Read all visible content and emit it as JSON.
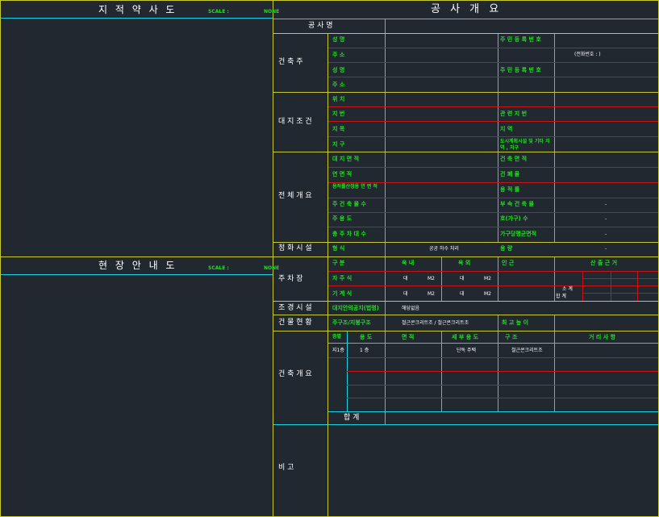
{
  "header": {
    "left_title": "지 적 약 사 도",
    "scale_label": "SCALE :",
    "scale_value": "NONE",
    "right_title": "공 사 개 요"
  },
  "site_map": {
    "title": "현 장 안 내 도",
    "scale_label": "SCALE :",
    "scale_value": "NONE"
  },
  "project_name_label": "공  사  명",
  "owner": {
    "section": "건  축  주",
    "rows": [
      {
        "left": "성              명",
        "right": "주 민 등 록 번 호"
      },
      {
        "left": "주              소",
        "right": "(전화번호 :                          )"
      },
      {
        "left": "성              명",
        "right": "주 민 등 록 번 호"
      },
      {
        "left": "주              소",
        "right": ""
      }
    ]
  },
  "site_conditions": {
    "section": "대 지 조 건",
    "rows": [
      {
        "left": "위              치",
        "right": ""
      },
      {
        "left": "지              번",
        "right": "관  련  지  번"
      },
      {
        "left": "지              목",
        "right": "지              역"
      },
      {
        "left": "지              구",
        "right": "도시계획시설 및 기타  지역 , 지구"
      }
    ]
  },
  "overview": {
    "section": "전 체 개 요",
    "rows": [
      {
        "left": "대  지  면  적",
        "right": "건  축  면  적",
        "value": ""
      },
      {
        "left": "연  면  적",
        "right": "건  폐  율",
        "value": ""
      },
      {
        "left": "용적률산정용 연 면 적",
        "right": "용  적  률",
        "value": ""
      },
      {
        "left": "주 건 축 물 수",
        "right": "부 속 건 축 물",
        "value": "-"
      },
      {
        "left": "주    용    도",
        "right": "호(가구)  수",
        "value": "-"
      },
      {
        "left": "총 주 차 대 수",
        "right": "가구당평균면적",
        "value": "-"
      }
    ]
  },
  "purification": {
    "section": "정 화 시 설",
    "left": "형          식",
    "mid": "공공 하수 처리",
    "right": "용          량",
    "value": "-"
  },
  "parking": {
    "section": "주  차  장",
    "header": [
      "구        분",
      "옥        내",
      "옥        외",
      "인        근",
      "산 출 근 거"
    ],
    "rows": [
      {
        "label": "자   주   식",
        "in_count": "대",
        "in_unit": "M2",
        "out_count": "대",
        "out_unit": "M2"
      },
      {
        "label": "기   계   식",
        "in_count": "대",
        "in_unit": "M2",
        "out_count": "대",
        "out_unit": "M2"
      }
    ],
    "subtotal": "소 계",
    "total": "합      계"
  },
  "landscape": {
    "section": "조 경 시 설",
    "label": "대지안의공지(법령)",
    "value": "해당없음"
  },
  "structure": {
    "section": "건 물 현 황",
    "label": "주구조/지붕구조",
    "value": "철근콘크리트조 / 철근콘크리트조",
    "right": "최  고  높  이"
  },
  "building": {
    "section": "건 축 개 요",
    "header": [
      "층별",
      "용   도",
      "면        적",
      "세 부 용 도",
      "구        조",
      "거 리 사 항"
    ],
    "first_row": {
      "floor": "지1층",
      "use": "1  층",
      "detail": "단독 주택",
      "structure": "철근콘크리트조"
    },
    "total": "합      계"
  },
  "remarks": "비            고",
  "colors": {
    "background": "#212830",
    "frame": "#c8c832",
    "cyan": "#19d2e6",
    "red": "#c81414",
    "green": "#19e619",
    "text": "#ffffff"
  }
}
